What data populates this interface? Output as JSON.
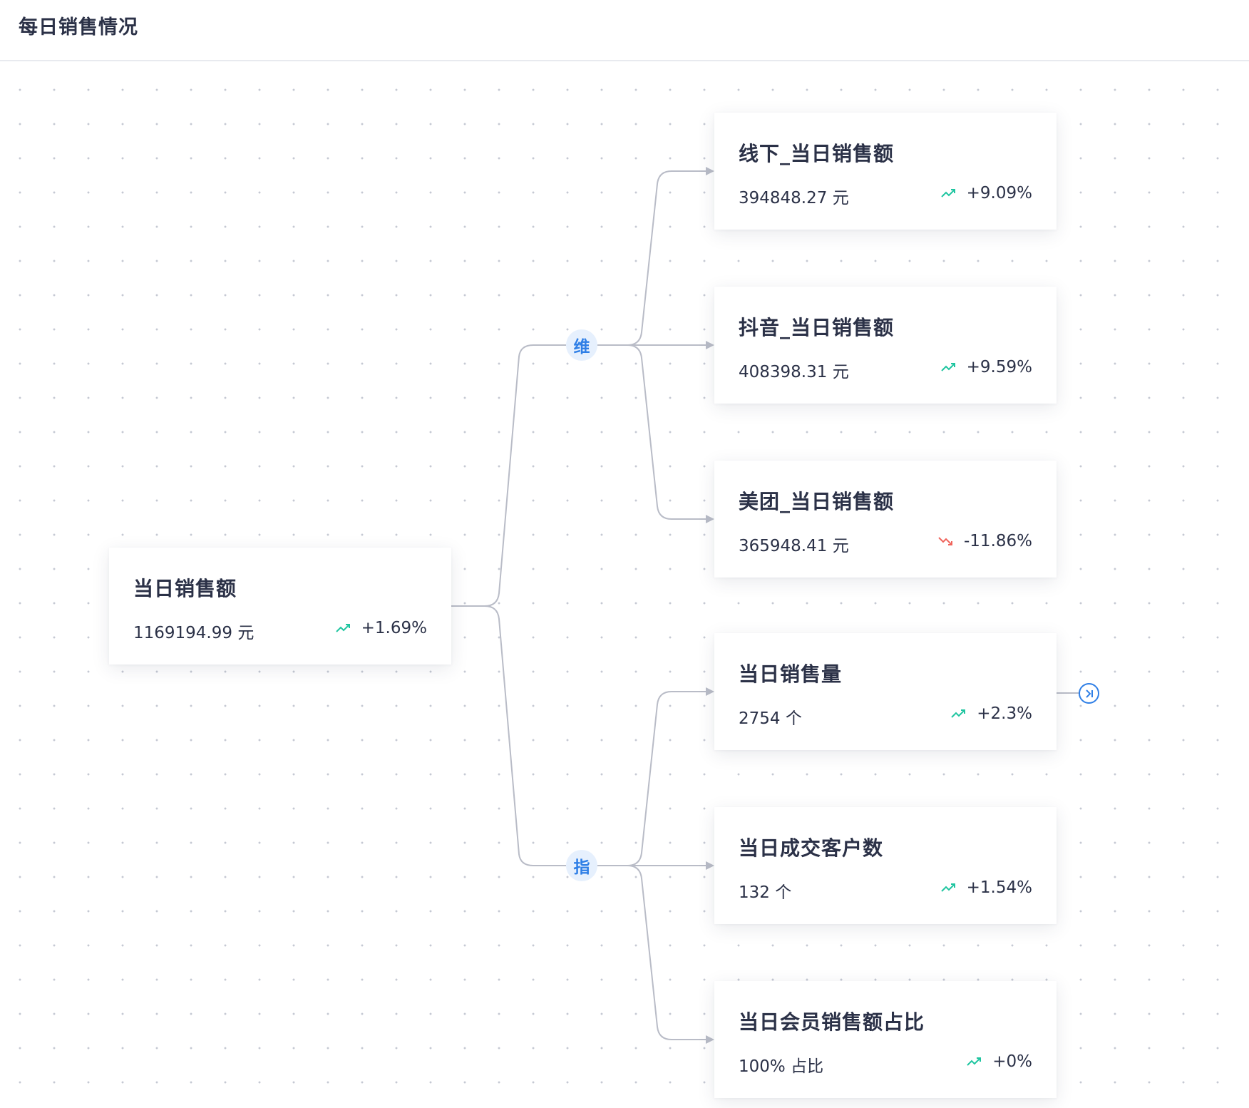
{
  "header": {
    "title": "每日销售情况"
  },
  "root": {
    "title": "当日销售额",
    "value": "1169194.99 元",
    "change": "+1.69%",
    "trend": "up"
  },
  "badges": {
    "dimension": "维",
    "metric": "指"
  },
  "dimension_children": [
    {
      "title": "线下_当日销售额",
      "value": "394848.27 元",
      "change": "+9.09%",
      "trend": "up"
    },
    {
      "title": "抖音_当日销售额",
      "value": "408398.31 元",
      "change": "+9.59%",
      "trend": "up"
    },
    {
      "title": "美团_当日销售额",
      "value": "365948.41 元",
      "change": "-11.86%",
      "trend": "down"
    }
  ],
  "metric_children": [
    {
      "title": "当日销售量",
      "value": "2754 个",
      "change": "+2.3%",
      "trend": "up"
    },
    {
      "title": "当日成交客户数",
      "value": "132 个",
      "change": "+1.54%",
      "trend": "up"
    },
    {
      "title": "当日会员销售额占比",
      "value": "100% 占比",
      "change": "+0%",
      "trend": "up"
    }
  ],
  "colors": {
    "up": "#1fc5a0",
    "down": "#f0645c",
    "accent": "#2f7fe6",
    "line": "#b9bcc7"
  },
  "icons": {
    "up": "trend-up-icon",
    "down": "trend-down-icon",
    "expand": "expand-icon"
  }
}
